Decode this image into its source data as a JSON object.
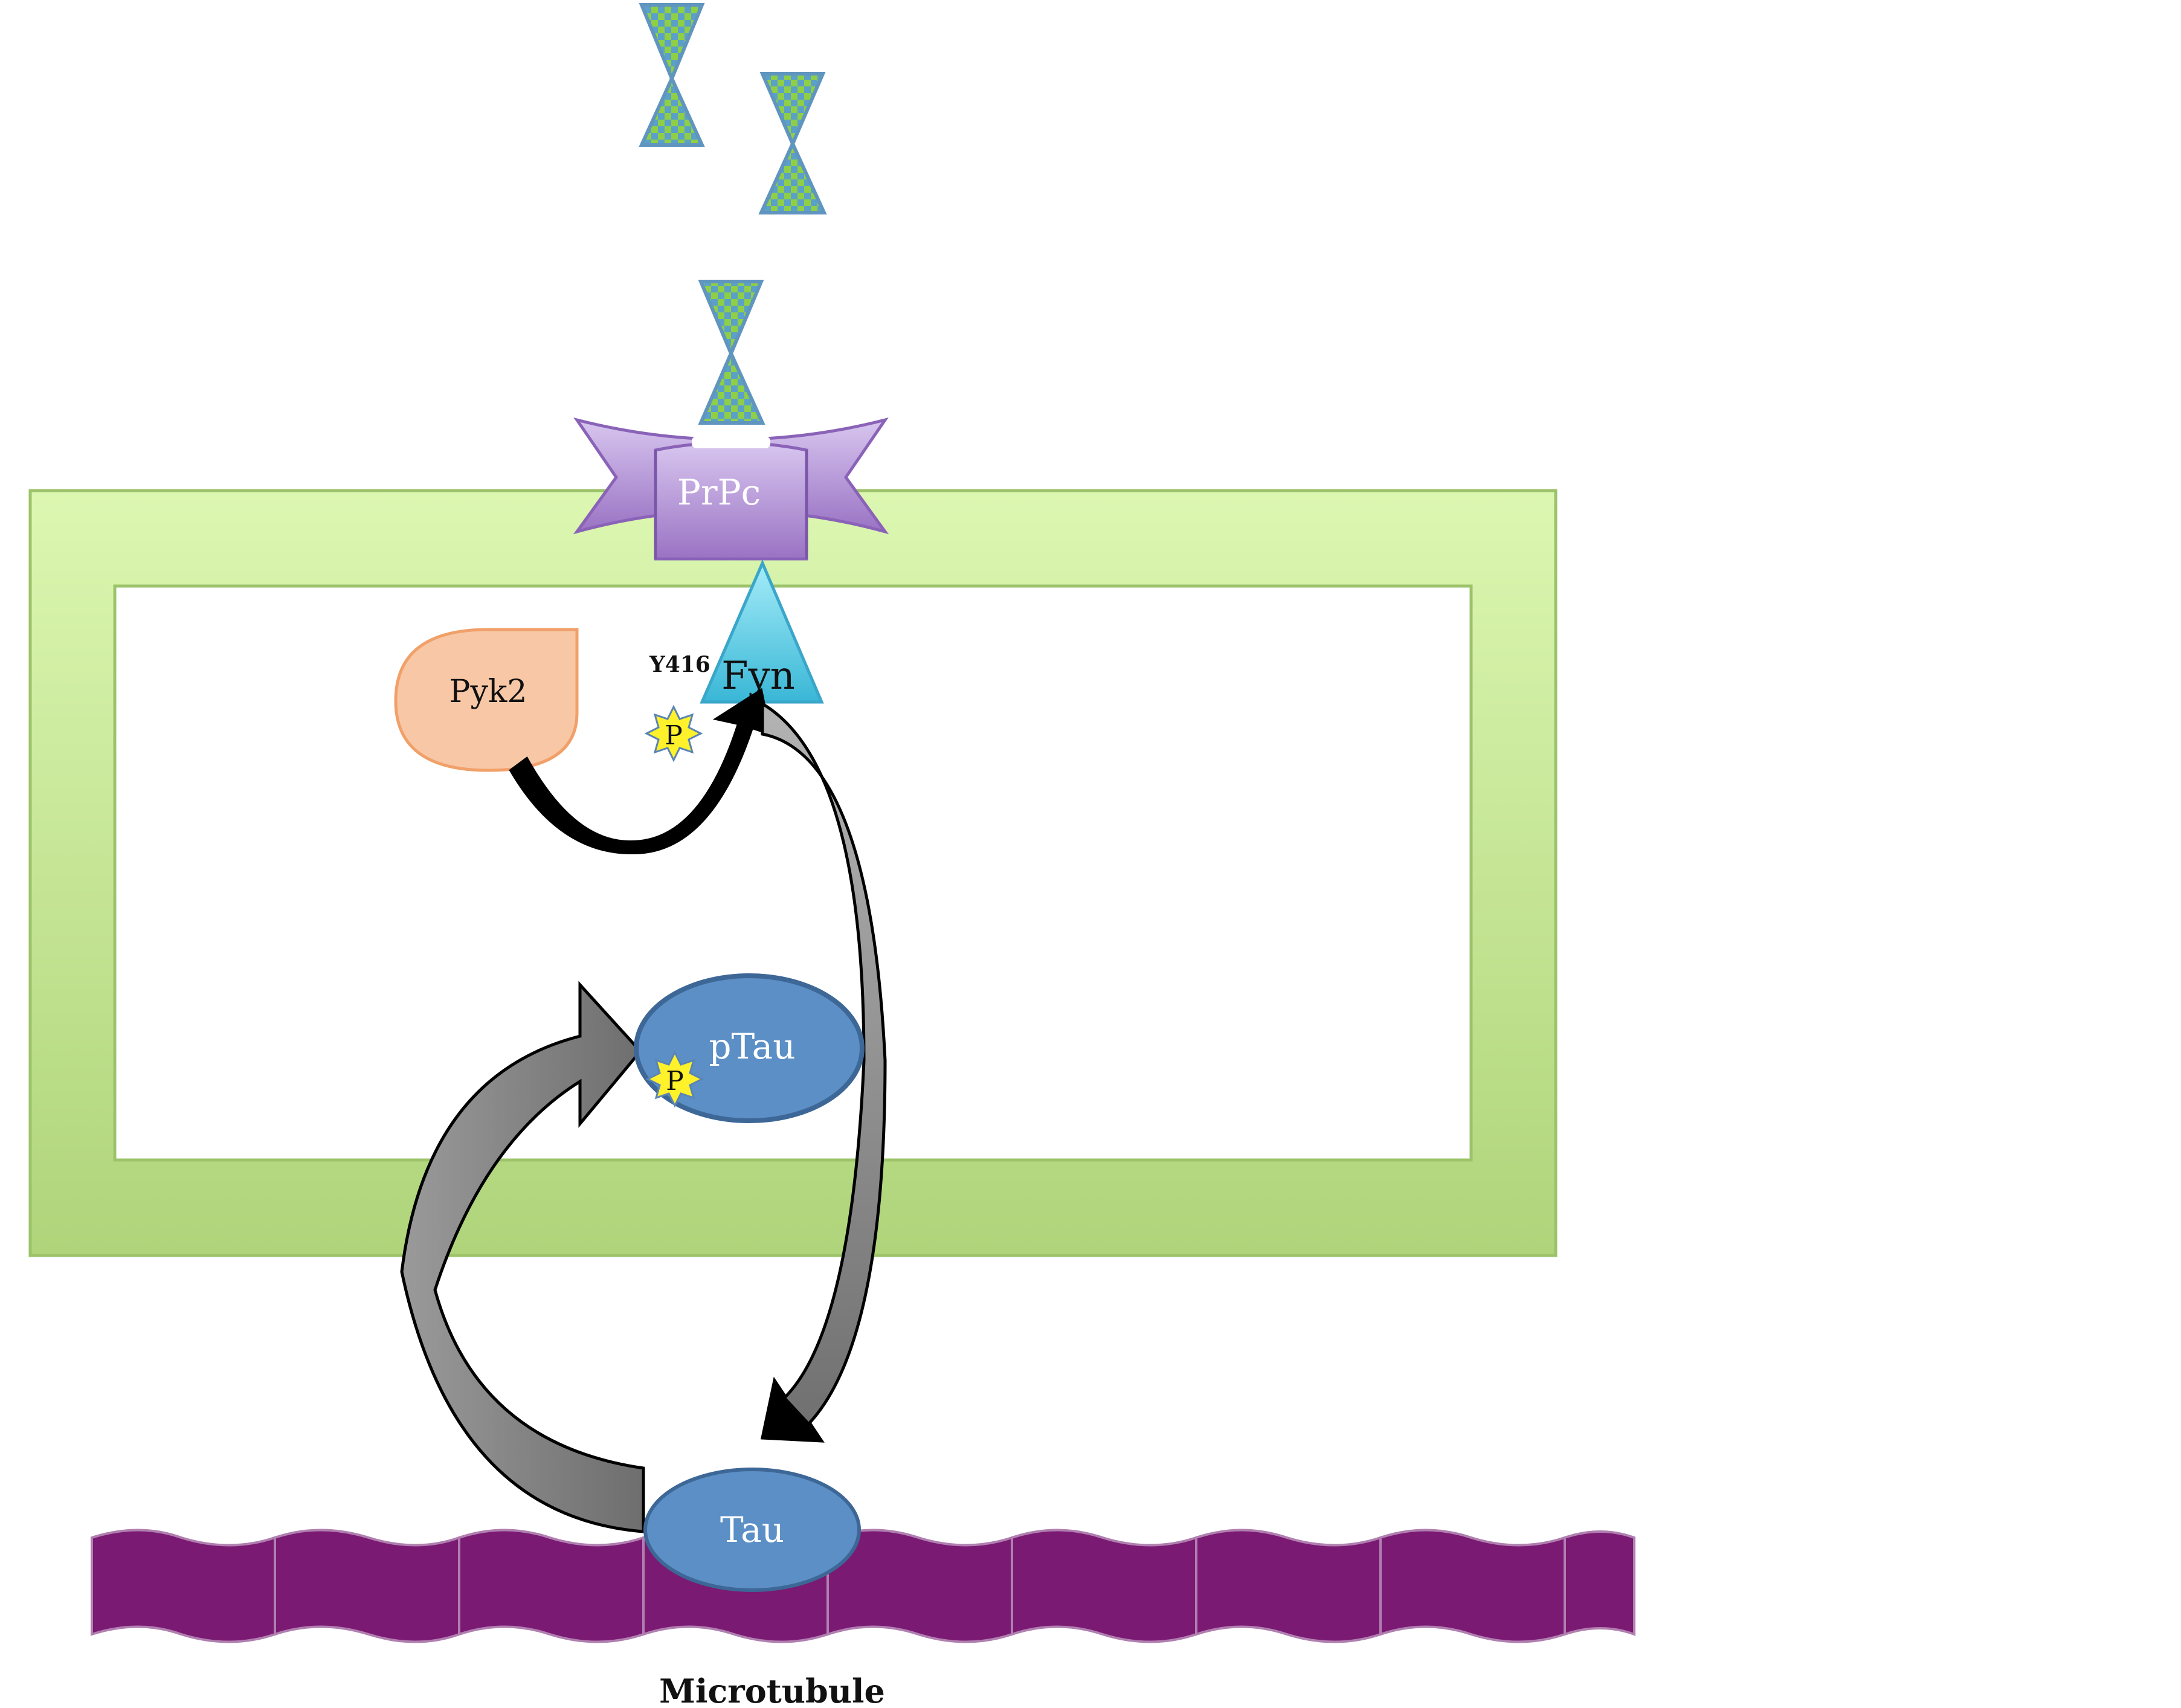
{
  "labels": {
    "prpc": "PrPc",
    "fyn": "Fyn",
    "pyk2": "Pyk2",
    "y416": "Y416",
    "phospho_fyn": "P",
    "phospho_ptau": "P",
    "ptau": "pTau",
    "tau": "Tau",
    "microtubule": "Microtubule"
  },
  "colors": {
    "membrane": "#c9e89a",
    "membrane_border": "#9cc36a",
    "prpc": "#b79ad6",
    "fyn": "#5cc6e0",
    "pyk2": "#f7c19b",
    "tau": "#5b8fc6",
    "microtubule": "#7a1a72",
    "phospho": "#fff12a",
    "oligomer_fill": "#8fcf45",
    "oligomer_dots": "#5aa0c9"
  },
  "icons": {
    "oligomers": [
      "abeta-oligomer-icon",
      "abeta-oligomer-icon",
      "abeta-oligomer-icon"
    ],
    "phospho_marker": "phosphate-star-icon"
  }
}
